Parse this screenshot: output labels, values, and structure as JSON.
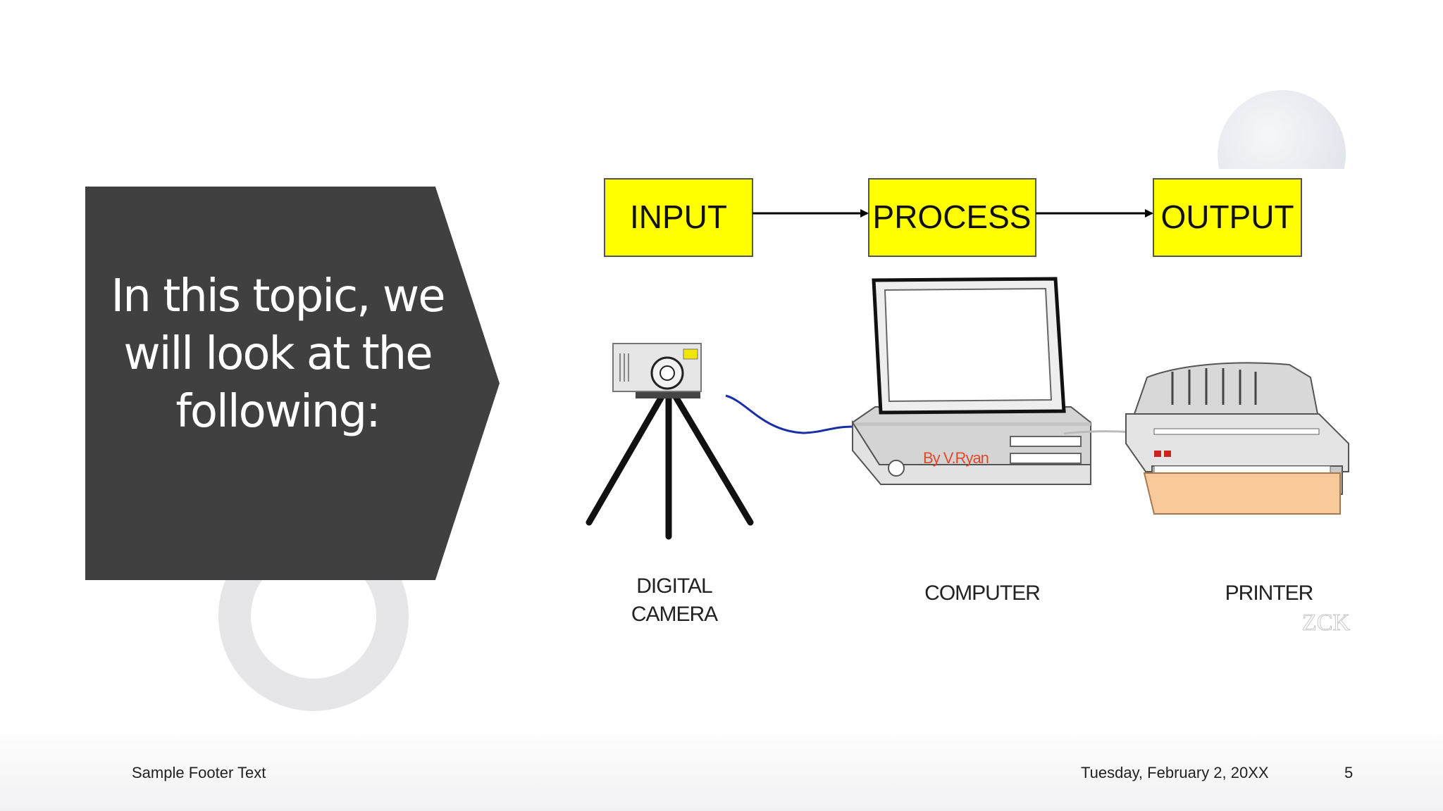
{
  "slide": {
    "title": "In this topic, we will look at the following:",
    "footer": {
      "text": "Sample Footer Text",
      "date": "Tuesday, February 2, 20XX",
      "page_number": "5"
    }
  },
  "diagram": {
    "steps": [
      {
        "label": "INPUT"
      },
      {
        "label": "PROCESS"
      },
      {
        "label": "OUTPUT"
      }
    ],
    "devices": {
      "camera": {
        "label_line1": "DIGITAL",
        "label_line2": "CAMERA",
        "icon": "digital-camera-on-tripod"
      },
      "computer": {
        "label": "COMPUTER",
        "icon": "desktop-computer",
        "credit": "By V.Ryan"
      },
      "printer": {
        "label": "PRINTER",
        "icon": "printer"
      }
    },
    "watermark": "ZCK",
    "colors": {
      "step_box": "#ffff00",
      "camera_cable": "#1a2ea8",
      "paper": "#f8c99a",
      "credit_text": "#e04a2a"
    }
  }
}
